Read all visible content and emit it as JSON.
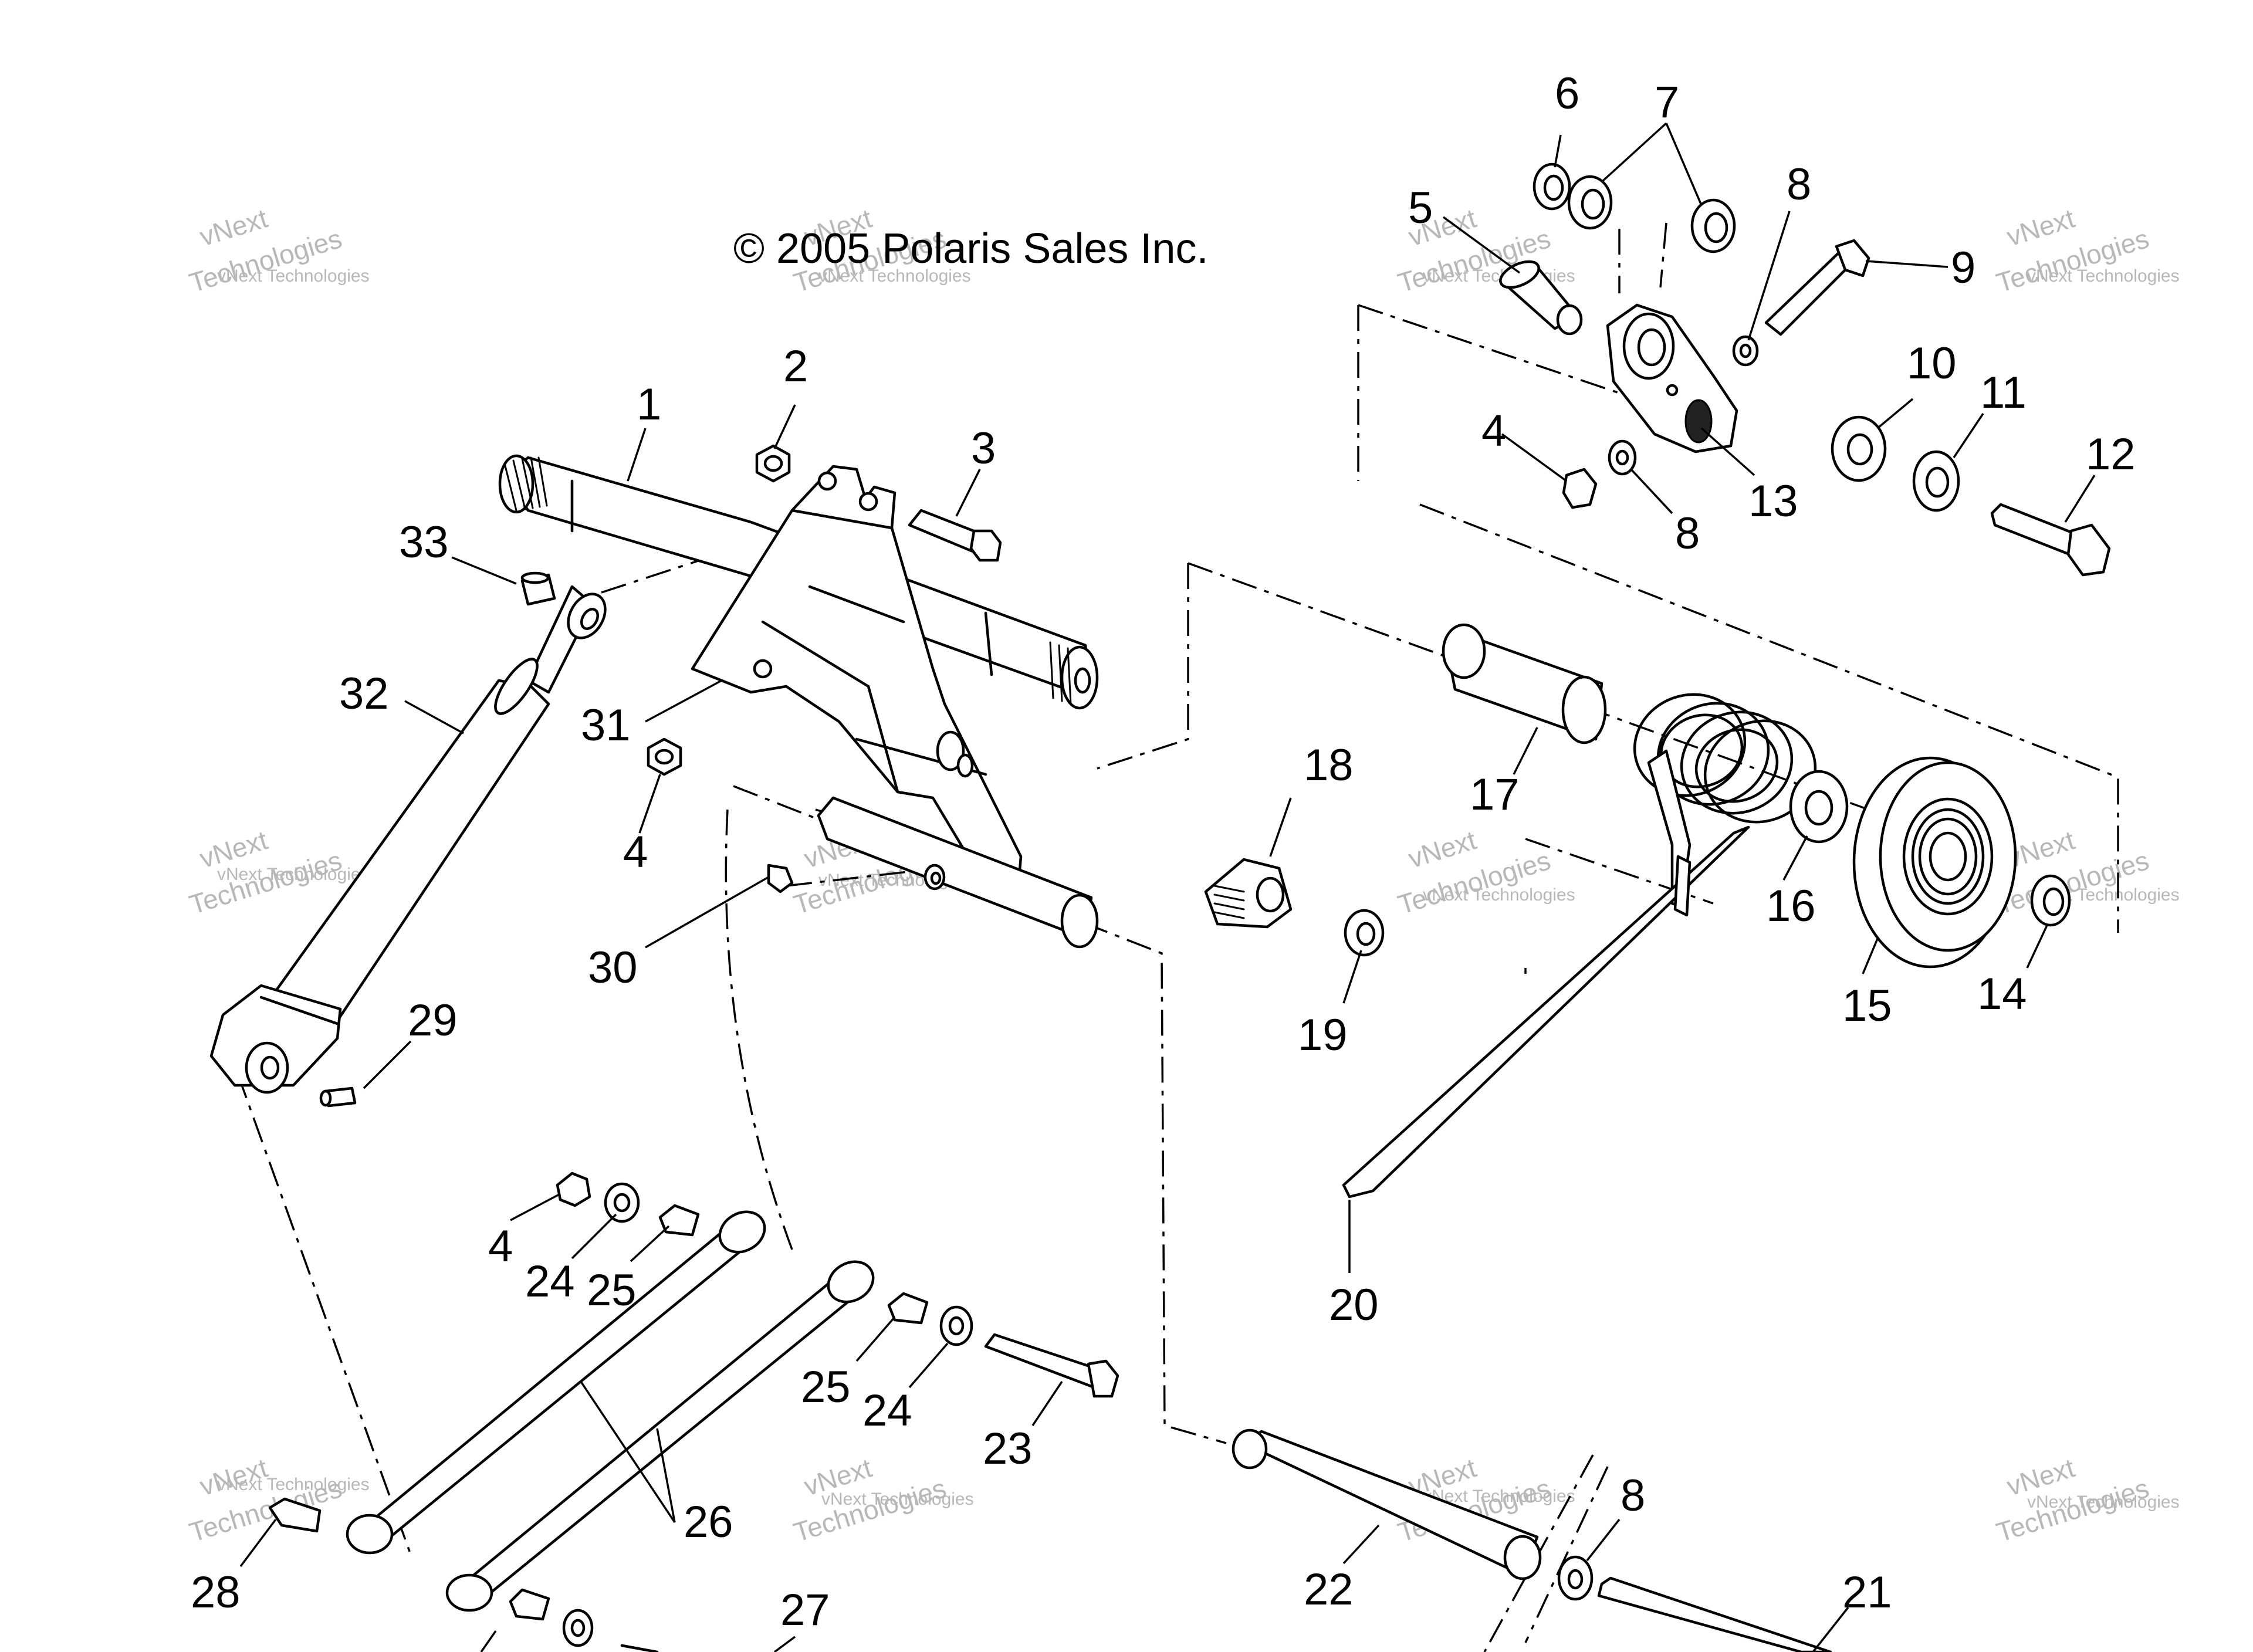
{
  "copyright": "© 2005 Polaris Sales Inc.",
  "watermark": {
    "line1": "vNext Technologies",
    "line2": "vNext",
    "line3": "Technologies",
    "color": "#b8b8b8"
  },
  "callouts": {
    "c1": "1",
    "c2": "2",
    "c3": "3",
    "c4a": "4",
    "c4b": "4",
    "c4c": "4",
    "c5": "5",
    "c6": "6",
    "c7": "7",
    "c8a": "8",
    "c8b": "8",
    "c8c": "8",
    "c9": "9",
    "c10": "10",
    "c11": "11",
    "c12": "12",
    "c13": "13",
    "c14": "14",
    "c15": "15",
    "c16": "16",
    "c17": "17",
    "c18": "18",
    "c19": "19",
    "c20": "20",
    "c21": "21",
    "c22": "22",
    "c23": "23",
    "c24a": "24",
    "c24b": "24",
    "c25a": "25",
    "c25b": "25",
    "c26": "26",
    "c27": "27",
    "c28": "28",
    "c29": "29",
    "c30": "30",
    "c31": "31",
    "c32": "32",
    "c33": "33"
  }
}
